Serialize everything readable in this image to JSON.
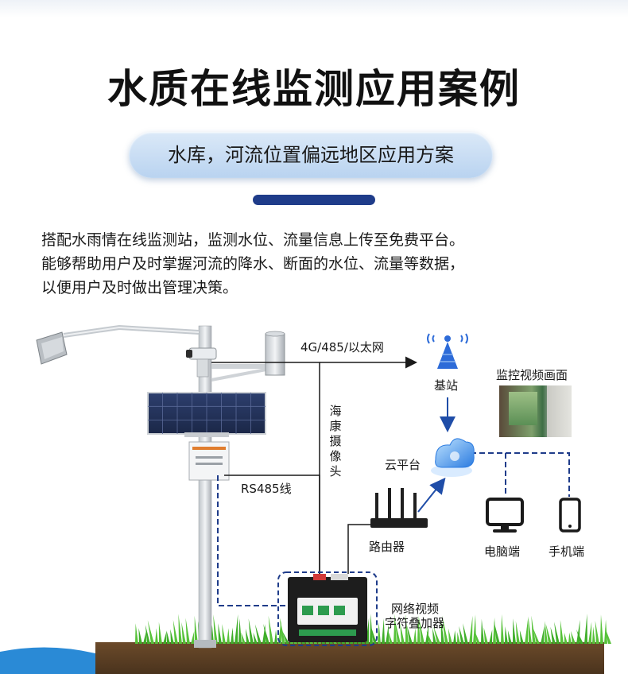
{
  "title": "水质在线监测应用案例",
  "subtitle": "水库，河流位置偏远地区应用方案",
  "description": [
    "搭配水雨情在线监测站，监测水位、流量信息上传至免费平台。",
    "能够帮助用户及时掌握河流的降水、断面的水位、流量等数据，",
    "以便用户及时做出管理决策。"
  ],
  "diagram": {
    "network_label": "4G/485/以太网",
    "camera_label": "海康摄像头",
    "base_station_label": "基站",
    "monitor_video_label": "监控视频画面",
    "cloud_label": "云平台",
    "rs485_label": "RS485线",
    "router_label": "路由器",
    "computer_label": "电脑端",
    "phone_label": "手机端",
    "overlay_label_line1": "网络视频",
    "overlay_label_line2": "字符叠加器"
  },
  "colors": {
    "dashed_line": "#1f3c8a",
    "solid_line": "#1a1a1a",
    "arrow_blue": "#1f4da8",
    "title_bar": "#1f3c8a",
    "grass": "#3fae2a",
    "soil": "#5a4026",
    "water": "#2a8ad6"
  }
}
